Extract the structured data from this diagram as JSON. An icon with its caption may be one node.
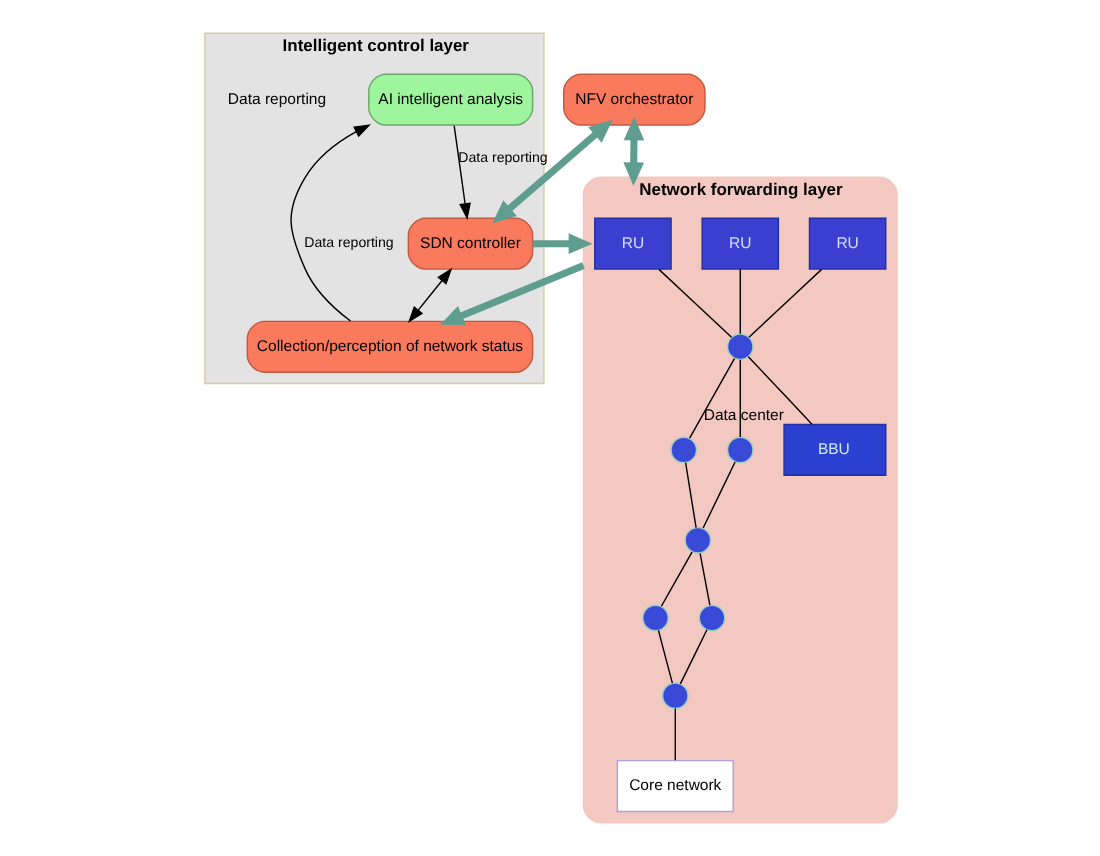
{
  "diagram": {
    "nodes": [
      {
        "text": [
          "Intelligent control layer"
        ]
      },
      {
        "text": [
          "AI intelligent analysis"
        ],
        "in": 0
      },
      {
        "text": [
          "SDN controller"
        ],
        "in": 0
      },
      {
        "text": [
          "Collection/perception of network status"
        ],
        "in": 0
      },
      {
        "text": [
          "NFV orchestrator"
        ]
      },
      {
        "text": [
          "Network forwarding layer"
        ]
      },
      {
        "text": [
          "RU"
        ],
        "in": 5
      },
      {
        "text": [
          "RU"
        ],
        "in": 5
      },
      {
        "text": [
          "RU"
        ],
        "in": 5
      },
      {
        "text": [],
        "shape": "circle",
        "in": 5
      },
      {
        "text": [],
        "shape": "circle",
        "in": 5
      },
      {
        "text": [],
        "shape": "circle",
        "in": 5
      },
      {
        "text": [],
        "shape": "circle",
        "in": 5
      },
      {
        "text": [],
        "shape": "circle",
        "in": 5
      },
      {
        "text": [],
        "shape": "circle",
        "in": 5
      },
      {
        "text": [],
        "shape": "circle",
        "in": 5
      },
      {
        "text": [
          "BBU"
        ],
        "in": 5,
        "beside": [
          "Data center"
        ]
      },
      {
        "text": [
          "Core network"
        ],
        "in": 5
      }
    ],
    "edges": [
      {
        "from": 1,
        "to": 2,
        "arrow": "to",
        "label": "Data reporting"
      },
      {
        "from": 3,
        "to": 1,
        "arrow": "to",
        "label": "Data reporting"
      },
      {
        "from": 2,
        "to": 3,
        "arrow": "both"
      },
      {
        "from": 4,
        "to": 2,
        "arrow": "both",
        "style": "thick",
        "color": "#5f9e8f"
      },
      {
        "from": 2,
        "to": 5,
        "arrow": "to",
        "style": "thick",
        "color": "#5f9e8f"
      },
      {
        "from": 4,
        "to": 5,
        "arrow": "both",
        "style": "thick",
        "color": "#5f9e8f"
      },
      {
        "from": 5,
        "to": 3,
        "arrow": "to",
        "style": "thick",
        "color": "#5f9e8f"
      },
      {
        "from": 6,
        "to": 9,
        "arrow": "none"
      },
      {
        "from": 7,
        "to": 9,
        "arrow": "none"
      },
      {
        "from": 8,
        "to": 9,
        "arrow": "none"
      },
      {
        "from": 9,
        "to": 10,
        "arrow": "none"
      },
      {
        "from": 9,
        "to": 11,
        "arrow": "none"
      },
      {
        "from": 10,
        "to": 12,
        "arrow": "none"
      },
      {
        "from": 11,
        "to": 12,
        "arrow": "none"
      },
      {
        "from": 12,
        "to": 13,
        "arrow": "none"
      },
      {
        "from": 12,
        "to": 14,
        "arrow": "none"
      },
      {
        "from": 13,
        "to": 15,
        "arrow": "none"
      },
      {
        "from": 14,
        "to": 15,
        "arrow": "none"
      },
      {
        "from": 15,
        "to": 17,
        "arrow": "none"
      },
      {
        "from": 9,
        "to": 16,
        "arrow": "none"
      }
    ],
    "labels": [
      "Data reporting"
    ]
  }
}
